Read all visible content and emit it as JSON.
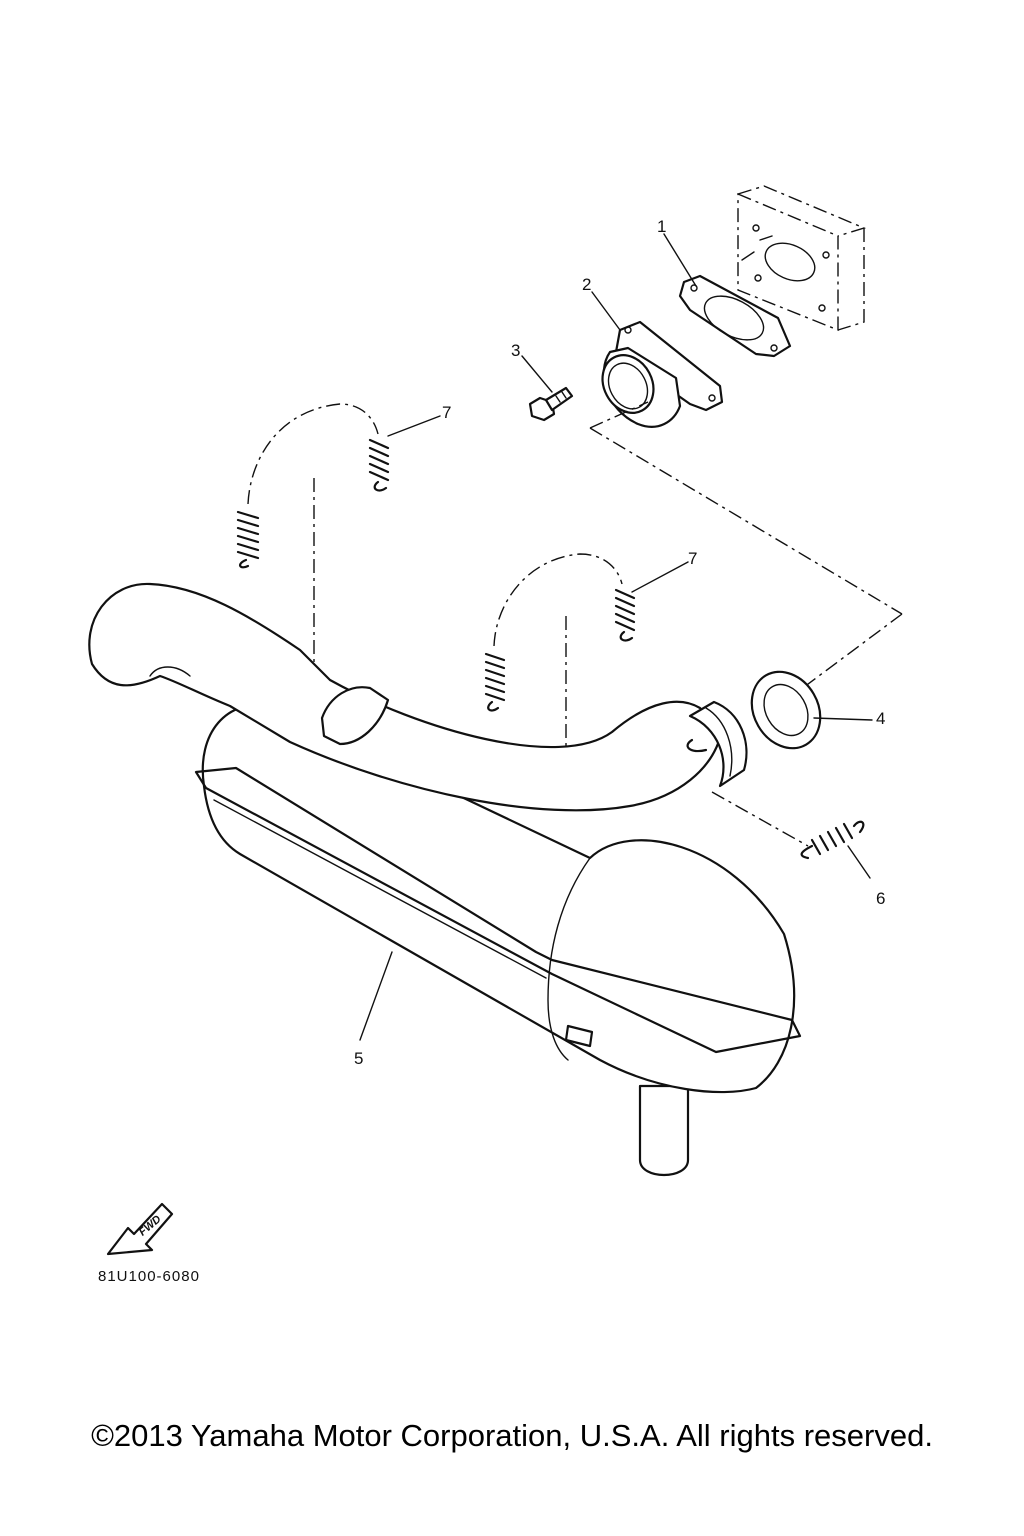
{
  "callouts": {
    "p1": "1",
    "p2": "2",
    "p3": "3",
    "p4": "4",
    "p5": "5",
    "p6": "6",
    "p7a": "7",
    "p7b": "7"
  },
  "fwd_label": "FWD",
  "diagram_code": "81U100-6080",
  "copyright": "©2013 Yamaha Motor Corporation, U.S.A. All rights reserved."
}
